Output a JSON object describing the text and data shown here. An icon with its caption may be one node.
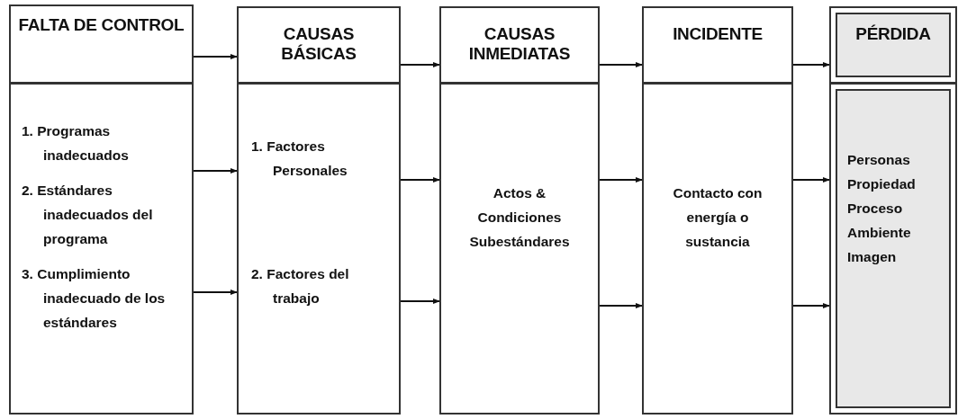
{
  "diagram": {
    "nodes": [
      {
        "text": [
          "FALTA DE CONTROL"
        ]
      },
      {
        "text": [
          "1. Programas inadecuados",
          "2. Estándares inadecuados del programa",
          "3. Cumplimiento inadecuado de los estándares"
        ]
      },
      {
        "text": [
          "CAUSAS BÁSICAS"
        ]
      },
      {
        "text": [
          "1. Factores Personales",
          "2. Factores del trabajo"
        ]
      },
      {
        "text": [
          "CAUSAS INMEDIATAS"
        ]
      },
      {
        "text": [
          "Actos & Condiciones Subestándares"
        ]
      },
      {
        "text": [
          "INCIDENTE"
        ]
      },
      {
        "text": [
          "Contacto con energía o sustancia"
        ]
      },
      {
        "text": [
          "PÉRDIDA"
        ]
      },
      {
        "text": [
          "Personas",
          "Propiedad",
          "Proceso",
          "Ambiente",
          "Imagen"
        ]
      }
    ],
    "edges": [
      {
        "from": 0,
        "to": 2,
        "arrow": "to"
      },
      {
        "from": 1,
        "to": 3,
        "arrow": "to"
      },
      {
        "from": 1,
        "to": 3,
        "arrow": "to"
      },
      {
        "from": 2,
        "to": 4,
        "arrow": "to"
      },
      {
        "from": 3,
        "to": 5,
        "arrow": "to"
      },
      {
        "from": 3,
        "to": 5,
        "arrow": "to"
      },
      {
        "from": 4,
        "to": 6,
        "arrow": "to"
      },
      {
        "from": 5,
        "to": 7,
        "arrow": "to"
      },
      {
        "from": 5,
        "to": 7,
        "arrow": "to"
      },
      {
        "from": 6,
        "to": 8,
        "arrow": "to"
      },
      {
        "from": 7,
        "to": 9,
        "arrow": "to"
      },
      {
        "from": 7,
        "to": 9,
        "arrow": "to"
      }
    ]
  }
}
